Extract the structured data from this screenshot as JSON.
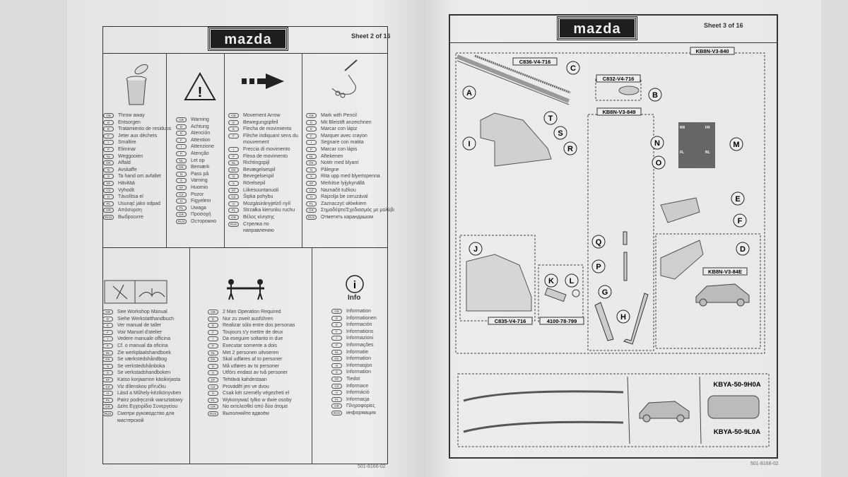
{
  "left_page": {
    "logo": "mazda",
    "sheet": "Sheet 2 of 16",
    "footer": "501-8166-02",
    "language_codes": [
      "GB",
      "D",
      "E",
      "F",
      "I",
      "P",
      "NL",
      "DK",
      "N",
      "S",
      "SF",
      "CZ",
      "H",
      "PL",
      "GR",
      "RUS"
    ],
    "throw_away": [
      "Throw away",
      "Entsorgen",
      "Tratamiento de residuos",
      "Jeter aux déchets",
      "Smaltire",
      "Eliminar",
      "Weggooien",
      "Affald",
      "Avskaffe",
      "Ta hand om avfallet",
      "Hävitää",
      "Vyhodit",
      "Távolítsa el",
      "Usunąć jako odpad",
      "Απόσυρση",
      "Выбросите"
    ],
    "warning": [
      "Warning",
      "Achtung",
      "Atención",
      "Attention",
      "Attenzione",
      "Atenção",
      "Let op",
      "Bemærk",
      "Pass på",
      "Varning",
      "Huomio",
      "Pozor",
      "Figyelem",
      "Uwaga",
      "Προσοχή",
      "Осторожно"
    ],
    "movement_arrow": [
      "Movement Arrow",
      "Bewegungspfeil",
      "Flecha de movimiento",
      "Flèche indiquant sens du mouvement",
      "Freccia di movimento",
      "Flexa de movimento",
      "Richtingspijl",
      "Bevægelsespil",
      "Bevegelsespil",
      "Rörelsepil",
      "Liikesuuntanuoli",
      "Šipka pohybu",
      "Mozgásirányjelző nyíl",
      "Strzałka kierunku ruchu",
      "Βέλος κίνησης",
      "Стрелка по направлению"
    ],
    "mark_pencil": [
      "Mark with Pencil",
      "Mit Bleistift anzeichnen",
      "Marcar con lápiz",
      "Marquer avec crayon",
      "Segnare con matita",
      "Marcar con lápis",
      "Aftekenen",
      "Notér med blyant",
      "Pålegne",
      "Rita upp med blyertspenna",
      "Merkitse lyijykynällä",
      "Naznačit tužkou",
      "Rajzolja be ceruzával",
      "Zaznaczyć ołówkiem",
      "Σημαδέψτε/Σχεδιασμός με μολύβι",
      "Отметить карандашом"
    ],
    "workshop": [
      "See Workshop Manual",
      "Siehe Werkstatthandbuch",
      "Ver manual de taller",
      "Voir Manuel d'atelier",
      "Vedere manuale officina",
      "Cf. o manual da oficina",
      "Zie werkplaatshandboek",
      "Se værkstedshåndbog",
      "Se verkstedshånboka",
      "Se verkstadshandboken",
      "Katso korjaamon käsikirjasta",
      "Viz dílenskou příručku",
      "Lásd a Műhely-kézikönyvben",
      "Patrz podręcznik warsztatowy",
      "Δείτε Εγχειρίδιο Συνεργείου",
      "Смотри руководство для мастерской"
    ],
    "two_man": [
      "2 Man Operation Required",
      "Nur zu zweit ausführen",
      "Realizar sólo entre dos personas",
      "Toujours s'y mettre de deux",
      "Da eseguire soltanto in due",
      "Executar somente a dois",
      "Met 2 personen uitvoeren",
      "Skal udføres af to personer",
      "Må utføres av to personer",
      "Utförs endast av två personer",
      "Tehtävä kahdestaan",
      "Provádět jen ve dvou",
      "Csak két személy végezheti el",
      "Wykonywać tylko w dwie osoby",
      "Να εκτελεσθεί από δύο άτομα",
      "Выполняйте вдвоём"
    ],
    "info_title": "Info",
    "info": [
      "Information",
      "Informationen",
      "Información",
      "Informations",
      "Informazioni",
      "Informações",
      "Informatie",
      "Information",
      "Informasjon",
      "Information",
      "Tiedot",
      "Informace",
      "Információ",
      "Informacja",
      "Πληροφορίες",
      "информация"
    ]
  },
  "right_page": {
    "logo": "mazda",
    "sheet": "Sheet 3 of 16",
    "footer": "501-8166-02",
    "part_numbers": {
      "c": "C836-V4-716",
      "b": "C832-V4-716",
      "kit": "KB8N-V3-840",
      "hw": "KB8N-V3-849",
      "d": "KB8N-V3-84E",
      "j": "C835-V4-716",
      "kl": "4100-78-799",
      "rail_h": "KBYA-50-9H0A",
      "rail_l": "KBYA-50-9L0A"
    },
    "callouts": [
      "A",
      "B",
      "C",
      "D",
      "E",
      "F",
      "G",
      "H",
      "I",
      "J",
      "K",
      "L",
      "M",
      "N",
      "O",
      "P",
      "Q",
      "R",
      "S",
      "T"
    ],
    "label_sticker": [
      "RR",
      "FR",
      "FL",
      "RL"
    ]
  }
}
